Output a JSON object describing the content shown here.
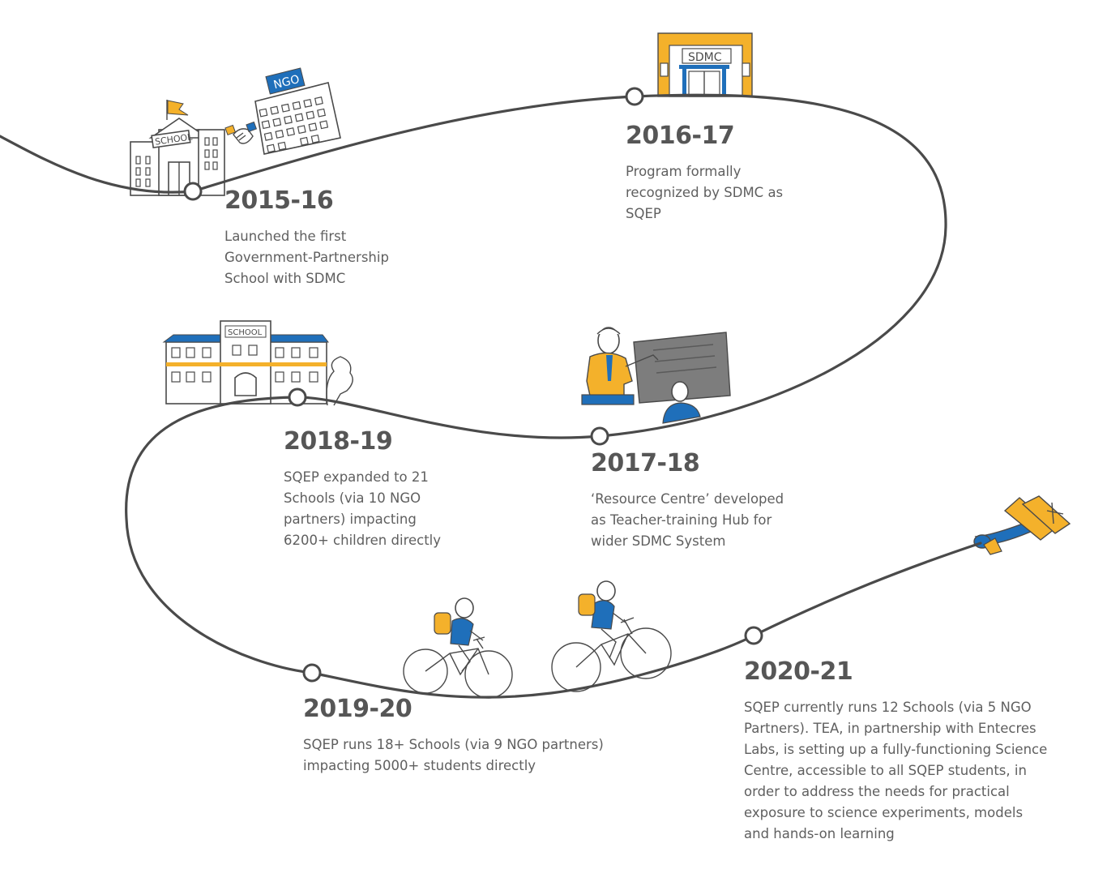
{
  "milestones": [
    {
      "year": "2015-16",
      "text": "Launched the first Government-Partnership School with SDMC"
    },
    {
      "year": "2016-17",
      "text": "Program formally recognized by SDMC as SQEP"
    },
    {
      "year": "2017-18",
      "text": "‘Resource Centre’ developed as Teacher-training Hub for wider SDMC System"
    },
    {
      "year": "2018-19",
      "text": "SQEP expanded to 21 Schools (via 10 NGO partners) impacting 6200+ children directly"
    },
    {
      "year": "2019-20",
      "text": "SQEP runs 18+ Schools (via 9 NGO partners) impacting 5000+ students directly"
    },
    {
      "year": "2020-21",
      "text": "SQEP currently runs 12 Schools (via 5 NGO Partners). TEA, in partnership with Entecres Labs, is setting up a fully-functioning Science Centre, accessible to all SQEP students, in order to address the needs for practical exposure to science experiments, models and hands-on learning"
    }
  ],
  "signs": {
    "school_1": "SCHOOL",
    "ngo": "NGO",
    "sdmc": "SDMC",
    "school_2": "SCHOOL"
  },
  "colors": {
    "path": "#4a4a4a",
    "accent_yellow": "#f4b12b",
    "accent_blue": "#1f6fba",
    "year_text": "#565656",
    "body_text": "#5f5f5f"
  },
  "icons": [
    "school-building-icon",
    "handshake-icon",
    "ngo-building-icon",
    "sdmc-building-icon",
    "teacher-board-icon",
    "large-school-icon",
    "cyclist-icon",
    "biplane-icon"
  ]
}
